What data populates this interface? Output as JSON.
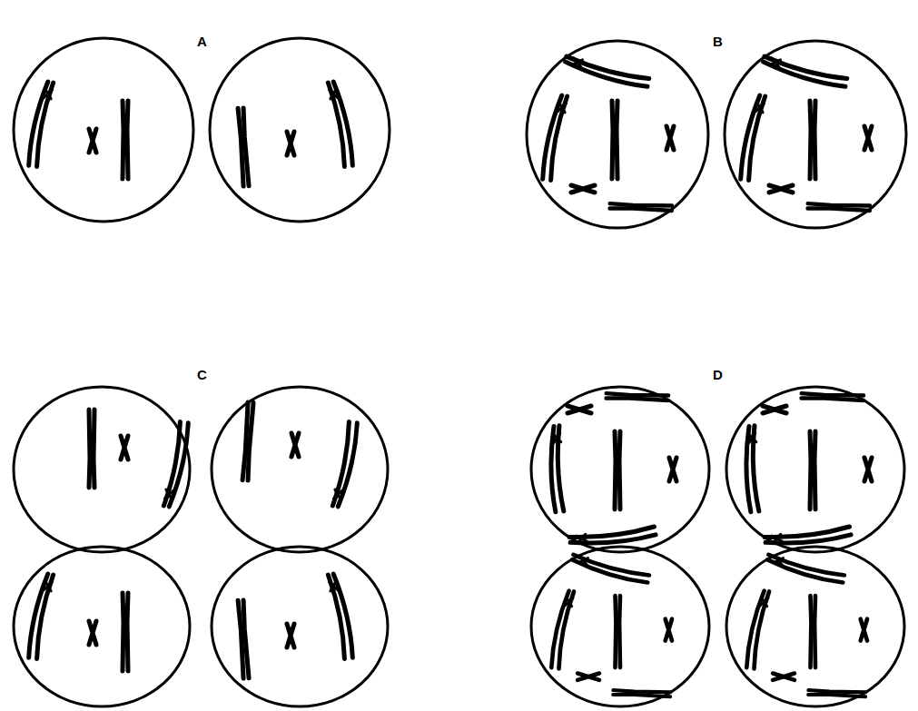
{
  "diagram": {
    "labels": [
      "A",
      "B",
      "C",
      "D"
    ]
  }
}
